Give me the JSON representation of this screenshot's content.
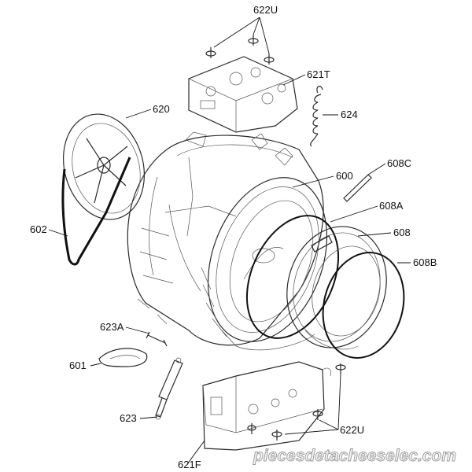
{
  "diagram": {
    "callouts": {
      "c622u_top": "622U",
      "c621t": "621T",
      "c624": "624",
      "c620": "620",
      "c600": "600",
      "c608c": "608C",
      "c602": "602",
      "c608a": "608A",
      "c608": "608",
      "c608b": "608B",
      "c623a": "623A",
      "c601": "601",
      "c623": "623",
      "c621f": "621F",
      "c622u_bottom": "622U"
    },
    "watermark": "piecesdetacheeselec.com"
  }
}
